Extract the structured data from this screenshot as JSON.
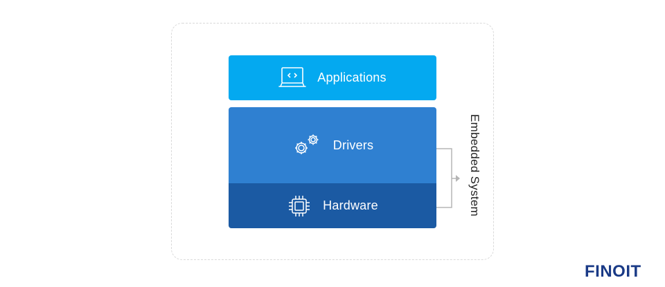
{
  "diagram": {
    "layers": [
      {
        "label": "Applications",
        "icon": "laptop-code-icon",
        "color": "#04a9f0"
      },
      {
        "label": "Drivers",
        "icon": "gears-icon",
        "color": "#2f80d1"
      },
      {
        "label": "Hardware",
        "icon": "chip-icon",
        "color": "#1b5aa3"
      }
    ],
    "group_label": "Embedded System",
    "frame_style": "dashed"
  },
  "brand": {
    "logo_text": "FINOIT",
    "color": "#1a3a86"
  }
}
